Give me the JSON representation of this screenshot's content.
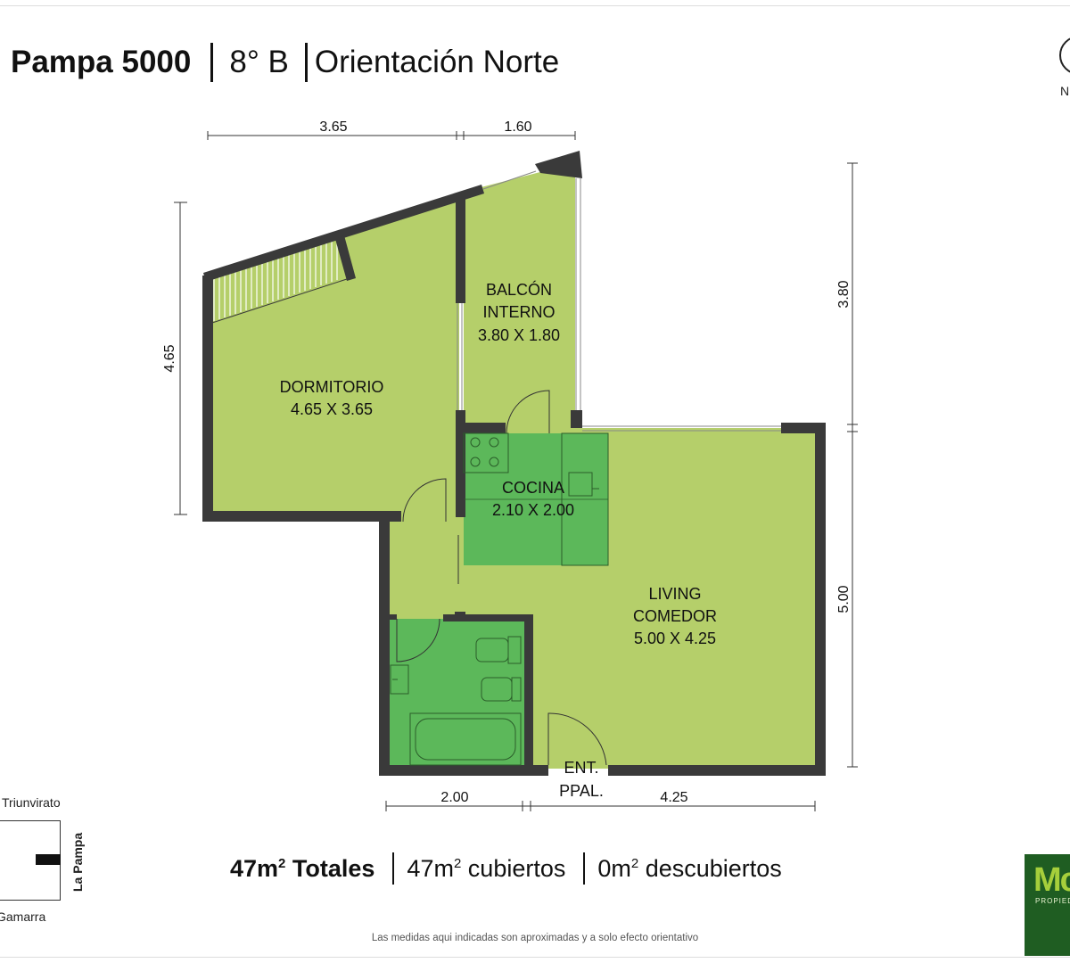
{
  "header": {
    "project": "Pampa 5000",
    "unit": "8° B",
    "orientation": "Orientación Norte"
  },
  "compass": {
    "label": "N"
  },
  "rooms": {
    "dormitorio": {
      "name": "DORMITORIO",
      "size": "4.65 X 3.65"
    },
    "balcon": {
      "name_line1": "BALCÓN",
      "name_line2": "INTERNO",
      "size": "3.80 X 1.80"
    },
    "cocina": {
      "name": "COCINA",
      "size": "2.10 X 2.00"
    },
    "living": {
      "name_line1": "LIVING",
      "name_line2": "COMEDOR",
      "size": "5.00 X 4.25"
    },
    "entrance": {
      "line1": "ENT.",
      "line2": "PPAL."
    }
  },
  "dimensions": {
    "top_left": "3.65",
    "top_right": "1.60",
    "left": "4.65",
    "right_top": "3.80",
    "right_bottom": "5.00",
    "bottom_left": "2.00",
    "bottom_right": "4.25"
  },
  "totals": {
    "total_value": "47m",
    "total_sup": "2",
    "total_label": " Totales",
    "covered_value": "47m",
    "covered_sup": "2",
    "covered_label": " cubiertos",
    "uncovered_value": "0m",
    "uncovered_sup": "2",
    "uncovered_label": " descubiertos"
  },
  "location": {
    "street_top": "Triunvirato",
    "street_bottom": "Gamarra",
    "street_side": "La Pampa"
  },
  "note": "Las medidas aqui indicadas son aproximadas y a solo efecto orientativo",
  "brand": {
    "mark": "Mc",
    "sub": "PROPIEDADES"
  },
  "colors": {
    "floor_light": "#b5cf6a",
    "floor_wet": "#5cb85a",
    "wall": "#3a3a3a",
    "brand": "#1f5d22"
  }
}
